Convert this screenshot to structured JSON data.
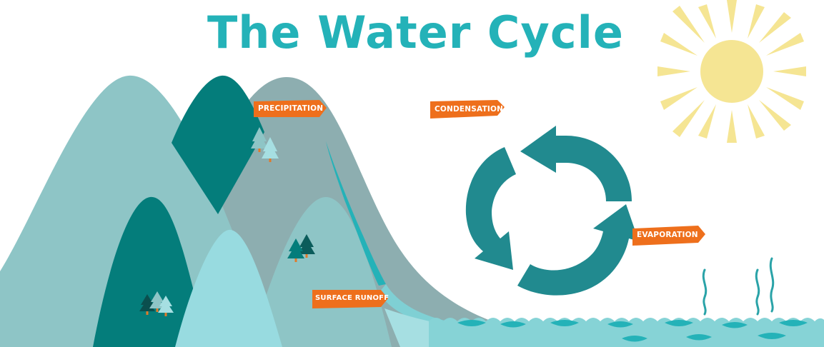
{
  "title": "The Water Cycle",
  "labels": {
    "precipitation": "PRECIPITATION",
    "condensation": "CONDENSATION",
    "evaporation": "EVAPORATION",
    "surface_runoff": "SURFACE RUNOFF"
  },
  "colors": {
    "title": "#24b2b8",
    "label_bg": "#ee6f1c",
    "cycle_arrows": "#218a8f",
    "sun": "#f5e593",
    "water": "#86d3d6"
  },
  "icons": [
    "sun-icon",
    "cycle-arrows-icon",
    "tree-icon",
    "steam-icon"
  ]
}
